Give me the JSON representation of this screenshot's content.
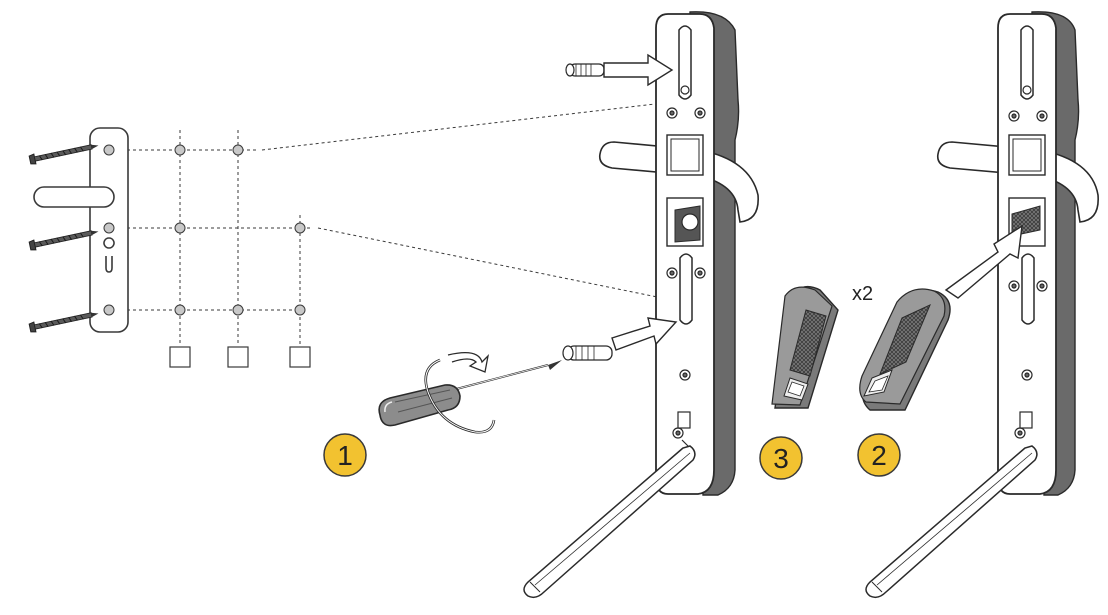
{
  "steps": [
    {
      "number": "1"
    },
    {
      "number": "2"
    },
    {
      "number": "3"
    }
  ],
  "multiplier": "x2",
  "colors": {
    "badge_fill": "#f2c230",
    "badge_stroke": "#3a3a3a",
    "line": "#3a3a3a",
    "plate_fill": "#ffffff",
    "shadow_fill": "#666666",
    "grip_fill": "#8c8c8c",
    "insert_fill": "#7a7a7a",
    "dot_fill": "#c8c8c8"
  },
  "icons": [
    "screw-icon",
    "screwdriver-icon",
    "rotation-arrow-icon",
    "spindle-bolt-icon",
    "insert-icon",
    "door-handle-icon",
    "keyhole-icon"
  ]
}
